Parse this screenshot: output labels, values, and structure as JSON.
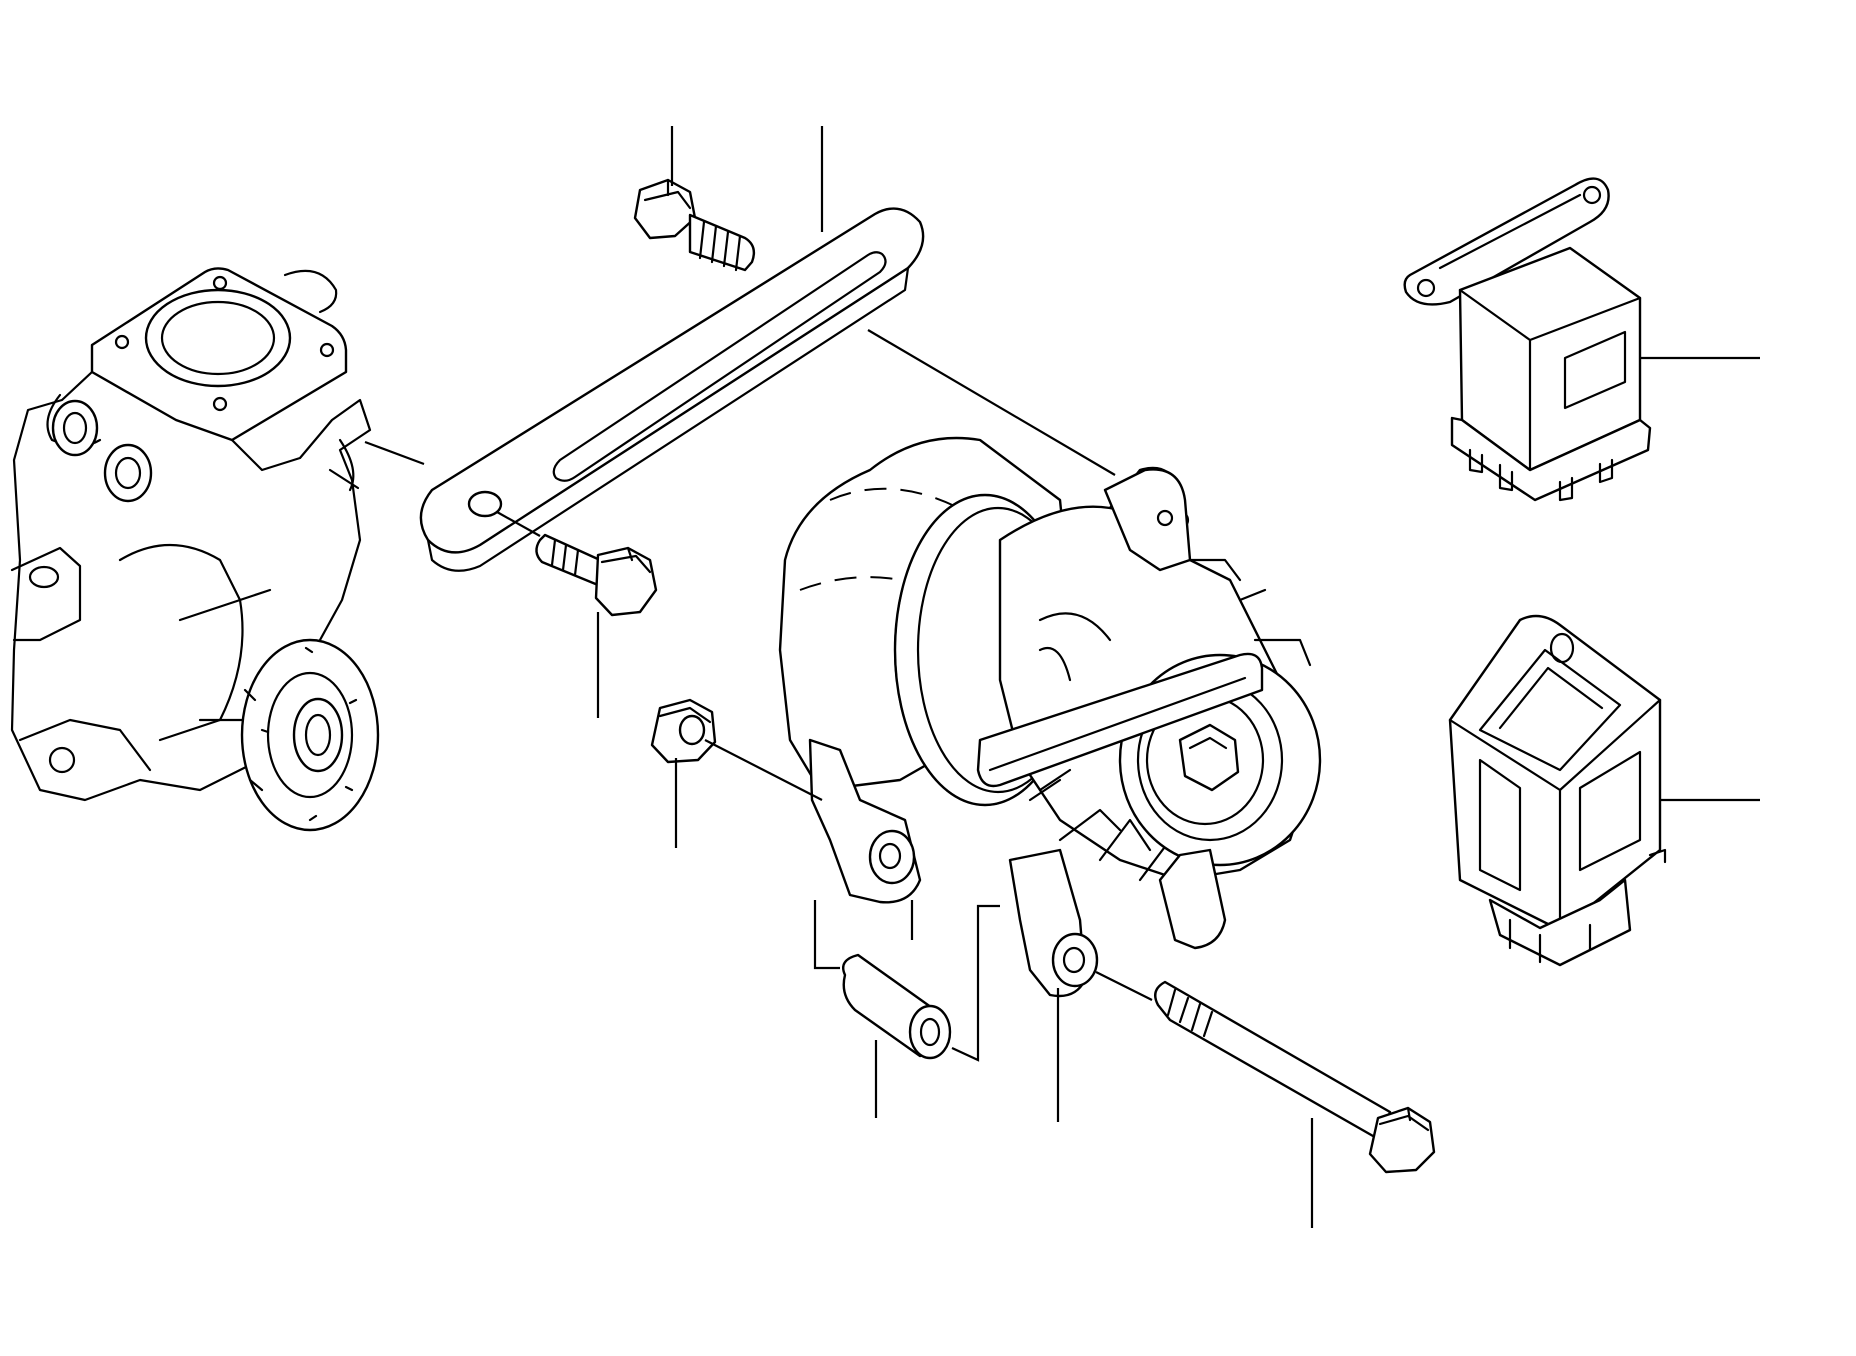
{
  "diagram": {
    "colors": {
      "line": "#000000",
      "background": "#ffffff"
    },
    "parts": [
      {
        "id": "engine-block-water-pump",
        "callout": ""
      },
      {
        "id": "adjusting-bar-bolt",
        "callout": ""
      },
      {
        "id": "alternator-adjusting-bar",
        "callout": ""
      },
      {
        "id": "bar-mounting-bolt",
        "callout": ""
      },
      {
        "id": "alternator",
        "callout": ""
      },
      {
        "id": "nut",
        "callout": ""
      },
      {
        "id": "bushing",
        "callout": ""
      },
      {
        "id": "alternator-bracket-leg",
        "callout": ""
      },
      {
        "id": "pivot-bolt",
        "callout": ""
      },
      {
        "id": "relay",
        "callout": ""
      },
      {
        "id": "voltage-regulator",
        "callout": ""
      }
    ]
  }
}
